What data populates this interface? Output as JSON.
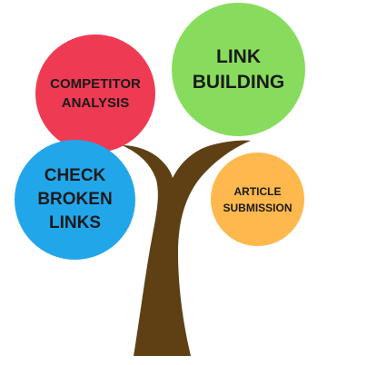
{
  "colors": {
    "trunk": "#5e4014",
    "competitor": "#ef3a53",
    "link_building": "#88dc5d",
    "broken_links": "#22a6ea",
    "article": "#ffb84d"
  },
  "bubbles": {
    "competitor": "COMPETITOR\nANALYSIS",
    "link_building": "LINK\nBUILDING",
    "broken_links": "CHECK\nBROKEN\nLINKS",
    "article": "ARTICLE\nSUBMISSION"
  }
}
